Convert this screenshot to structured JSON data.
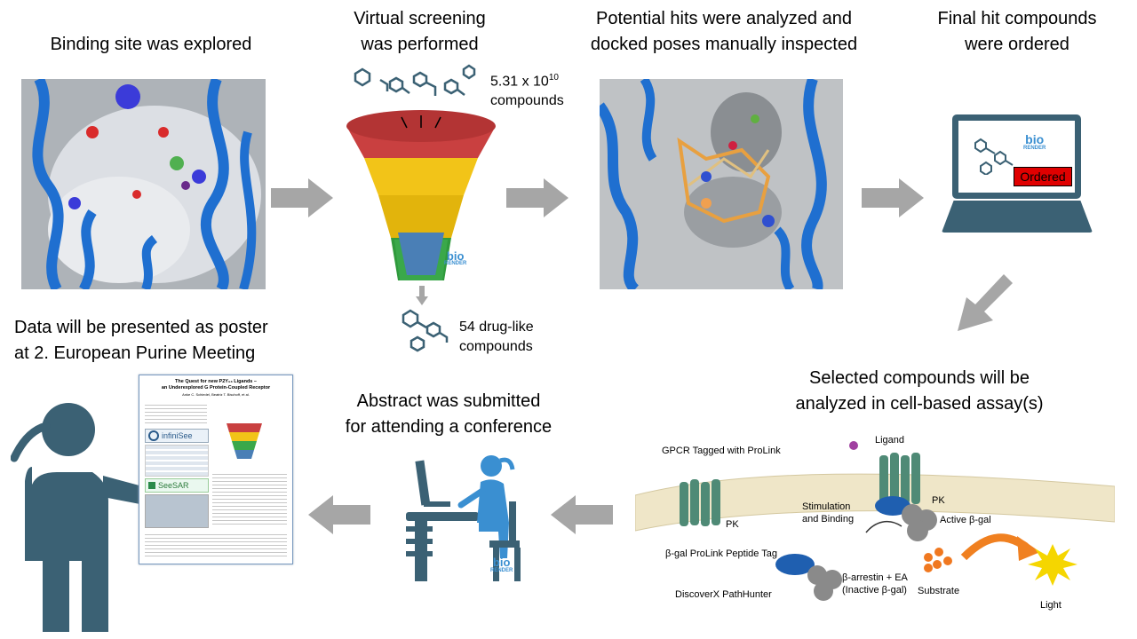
{
  "steps": {
    "binding_site": {
      "label": "Binding site was explored"
    },
    "virtual_screening": {
      "line1": "Virtual screening",
      "line2": "was performed",
      "compounds_prefix": "5.31 x 10",
      "compounds_exp": "10",
      "compounds_suffix": "compounds",
      "result_line1": "54 drug-like",
      "result_line2": "compounds"
    },
    "hits_analyzed": {
      "line1": "Potential hits were analyzed and",
      "line2": "docked poses manually inspected"
    },
    "ordered": {
      "line1": "Final hit compounds",
      "line2": "were ordered",
      "laptop_badge": "Ordered",
      "laptop_logo_1": "bio",
      "laptop_logo_2": "RENDER"
    },
    "assay": {
      "line1": "Selected compounds will be",
      "line2": "analyzed in cell-based assay(s)"
    },
    "abstract": {
      "line1": "Abstract was submitted",
      "line2": "for attending a conference"
    },
    "poster": {
      "line1": "Data will be presented as poster",
      "line2": "at 2. European Purine Meeting"
    }
  },
  "funnel_logo": {
    "line1": "bio",
    "line2": "RENDER"
  },
  "desk_logo": {
    "line1": "bio",
    "line2": "RENDER"
  },
  "assay_figure": {
    "gpcr_label": "GPCR Tagged with ProLink",
    "pk_left": "PK",
    "tag_label": "β-gal ProLink Peptide Tag",
    "ligand_label": "Ligand",
    "stim_line1": "Stimulation",
    "stim_line2": "and Binding",
    "pk_right": "PK",
    "active_label": "Active β-gal",
    "arrestin_line1": "β-arrestin + EA",
    "arrestin_line2": "(Inactive β-gal)",
    "substrate_label": "Substrate",
    "light_label": "Light",
    "discoverx_label": "DiscoverX PathHunter"
  },
  "poster_doc": {
    "title_line1": "The Quest for new P2Y₁₃ Ligands –",
    "title_line2": "an Underexplored G Protein-Coupled Receptor",
    "authors": "Anke C. Schiedel, Beatriz T. Bischoff, et al.",
    "infinisee_label": "infiniSee",
    "seesar_label": "SeeSAR"
  },
  "colors": {
    "arrow": "#a6a6a6",
    "helix": "#1f6fd0",
    "figure": "#3b6174",
    "accent_blue": "#3a8fd1"
  }
}
